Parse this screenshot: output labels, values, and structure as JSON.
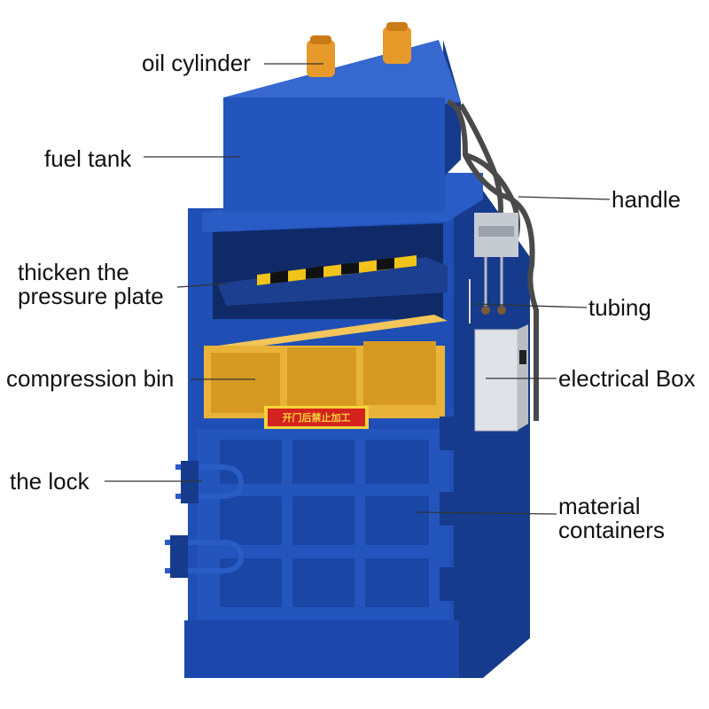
{
  "labels": {
    "oil_cylinder": "oil cylinder",
    "fuel_tank": "fuel tank",
    "handle": "handle",
    "thicken_line1": "thicken the",
    "thicken_line2": "pressure plate",
    "tubing": "tubing",
    "compression_bin": "compression bin",
    "electrical_box": "electrical Box",
    "the_lock": "the lock",
    "material_line1": "material",
    "material_line2": "containers"
  },
  "warning_sign": "开门后禁止加工",
  "colors": {
    "body_blue": "#1f4fb4",
    "dark_blue": "#163b8c",
    "light_blue": "#3668d0",
    "bin_yellow": "#e9b33a",
    "cylinder_orange": "#e79a2a",
    "sign_red": "#d4231e",
    "sign_yellow": "#f6d43a",
    "box_gray": "#dfe3e8",
    "leader_line": "#333333"
  }
}
